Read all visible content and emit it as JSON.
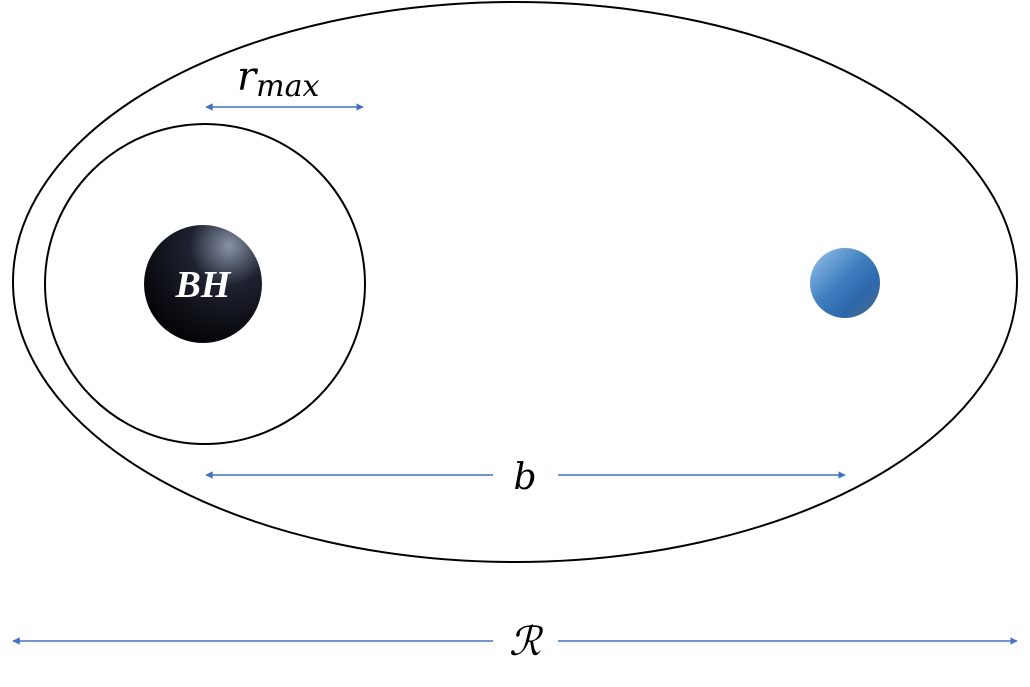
{
  "labels": {
    "black_hole": "BH",
    "r_symbol": "r",
    "r_subscript": "max",
    "separation": "b",
    "outer_scale": "ℛ"
  },
  "colors": {
    "outline": "#000000",
    "arrow": "#4472C4",
    "black_hole_fill": "#000000",
    "companion_fill": "#3F7FC0"
  }
}
